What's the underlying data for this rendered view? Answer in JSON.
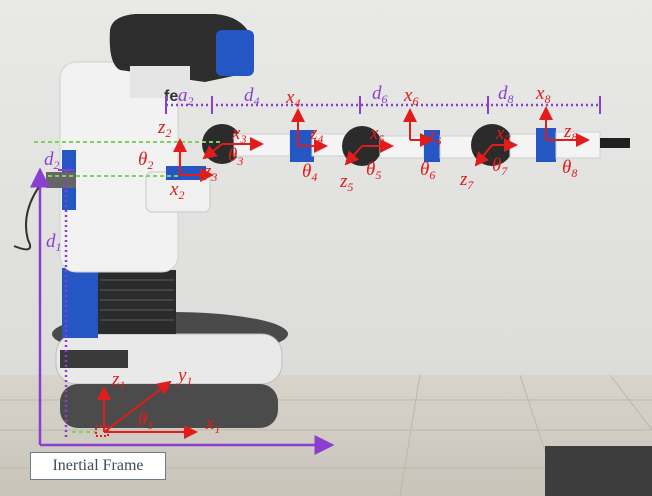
{
  "caption": "Inertial Frame",
  "colors": {
    "frame_axes": "#e21b1b",
    "dimensions": "#8a3fd0",
    "inertial": "#8a3fd0",
    "offsets": "#7fd35a"
  },
  "frames": [
    {
      "id": "1",
      "x": "x",
      "y": "y",
      "z": "z",
      "theta": "θ",
      "sub": "1"
    },
    {
      "id": "2",
      "x": "x",
      "z": "z",
      "theta": "θ",
      "sub": "2"
    },
    {
      "id": "3",
      "x": "x",
      "z": "z",
      "theta": "θ",
      "sub": "3"
    },
    {
      "id": "4",
      "x": "x",
      "z": "z",
      "theta": "θ",
      "sub": "4"
    },
    {
      "id": "5",
      "x": "x",
      "z": "z",
      "theta": "θ",
      "sub": "5"
    },
    {
      "id": "6",
      "x": "x",
      "z": "z",
      "theta": "θ",
      "sub": "6"
    },
    {
      "id": "7",
      "x": "x",
      "z": "z",
      "theta": "θ",
      "sub": "7"
    },
    {
      "id": "8",
      "x": "x",
      "z": "z",
      "theta": "θ",
      "sub": "8"
    }
  ],
  "dimensions": [
    {
      "sym": "a",
      "sub": "2"
    },
    {
      "sym": "d",
      "sub": "4"
    },
    {
      "sym": "d",
      "sub": "6"
    },
    {
      "sym": "d",
      "sub": "8"
    },
    {
      "sym": "d",
      "sub": "1"
    },
    {
      "sym": "d",
      "sub": "2"
    }
  ],
  "robot_text": "fe"
}
